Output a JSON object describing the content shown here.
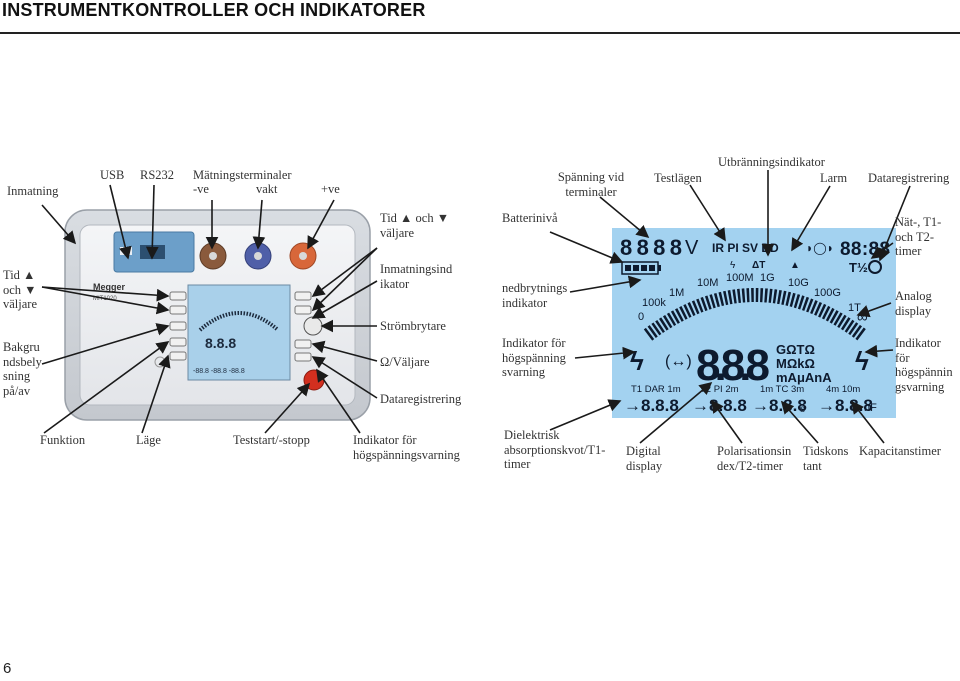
{
  "page": {
    "title": "INSTRUMENTKONTROLLER OCH INDIKATORER",
    "page_number": "6"
  },
  "left_labels": {
    "inmatning": "Inmatning",
    "usb": "USB",
    "rs232": "RS232",
    "terminals": "Mätningsterminaler",
    "minus_ve": "-ve",
    "vakt": "vakt",
    "plus_ve": "+ve",
    "tid_valjare_left": "Tid ▲\noch ▼\nväljare",
    "bakgrund": "Bakgru\nndsbely\nsning\npå/av",
    "tid_valjare_right": "Tid ▲ och ▼\nväljare",
    "inmatningsindikator": "Inmatningsind\nikator",
    "strombrytare": "Strömbrytare",
    "ohm_valjare": "Ω/Väljare",
    "dataregistrering_left": "Dataregistrering"
  },
  "bottom_left_labels": {
    "funktion": "Funktion",
    "lage": "Läge",
    "teststart": "Teststart/-stopp",
    "hv_warning": "Indikator för\nhögspänningsvarning"
  },
  "right_labels": {
    "spanning": "Spänning vid\nterminaler",
    "testlagen": "Testlägen",
    "utbranning": "Utbränningsindikator",
    "larm": "Larm",
    "dataregistrering_right": "Dataregistrering",
    "batteriniva": "Batterinivå",
    "nat_timer": "Nät-, T1-\noch T2-\ntimer",
    "nedbrytning": "nedbrytnings\nindikator",
    "analog": "Analog\ndisplay",
    "hogspanning_svarning": "Indikator för\nhögspänning\nsvarning",
    "hogspanning_right": "Indikator\nför\nhögspännin\ngsvarning"
  },
  "bottom_right_labels": {
    "dielektrisk": "Dielektrisk\nabsorptionskvot/T1-\ntimer",
    "digital": "Digital\ndisplay",
    "polarisation": "Polarisationsin\ndex/T2-timer",
    "tidskonstant": "Tidskons\ntant",
    "kapacitans": "Kapacitanstimer"
  },
  "device": {
    "brand": "Megger",
    "model": "MIT1020"
  },
  "lcd": {
    "top_digits": "8888",
    "volt_unit": "V",
    "modes": "IR PI SV DD",
    "timer_digits": "88:88",
    "timer_suffix": "T½",
    "scale_0": "0",
    "scale_100k": "100k",
    "scale_1M": "1M",
    "scale_10M": "10M",
    "scale_100M": "100M",
    "scale_1G": "1G",
    "scale_10G": "10G",
    "scale_100G": "100G",
    "scale_1T": "1T",
    "scale_inf": "∞",
    "main_digits": "8.8.8",
    "unit_line1": "GΩTΩ",
    "unit_line2": "MΩkΩ",
    "unit_line3": "mAμAnA",
    "sub1_label": "T1 DAR 1m",
    "sub2_label": "T2 PI 2m",
    "sub3_label": "1m TC 3m",
    "sub4_label": "4m 10m",
    "sub_digits": "8.8.8",
    "sub3_unit": "s",
    "sub4_unit": "nF",
    "delta_t": "ΔT"
  },
  "colors": {
    "lcd_bg": "#a3d2f0",
    "segment": "#0d1a2e",
    "leader": "#1a1a1a"
  }
}
